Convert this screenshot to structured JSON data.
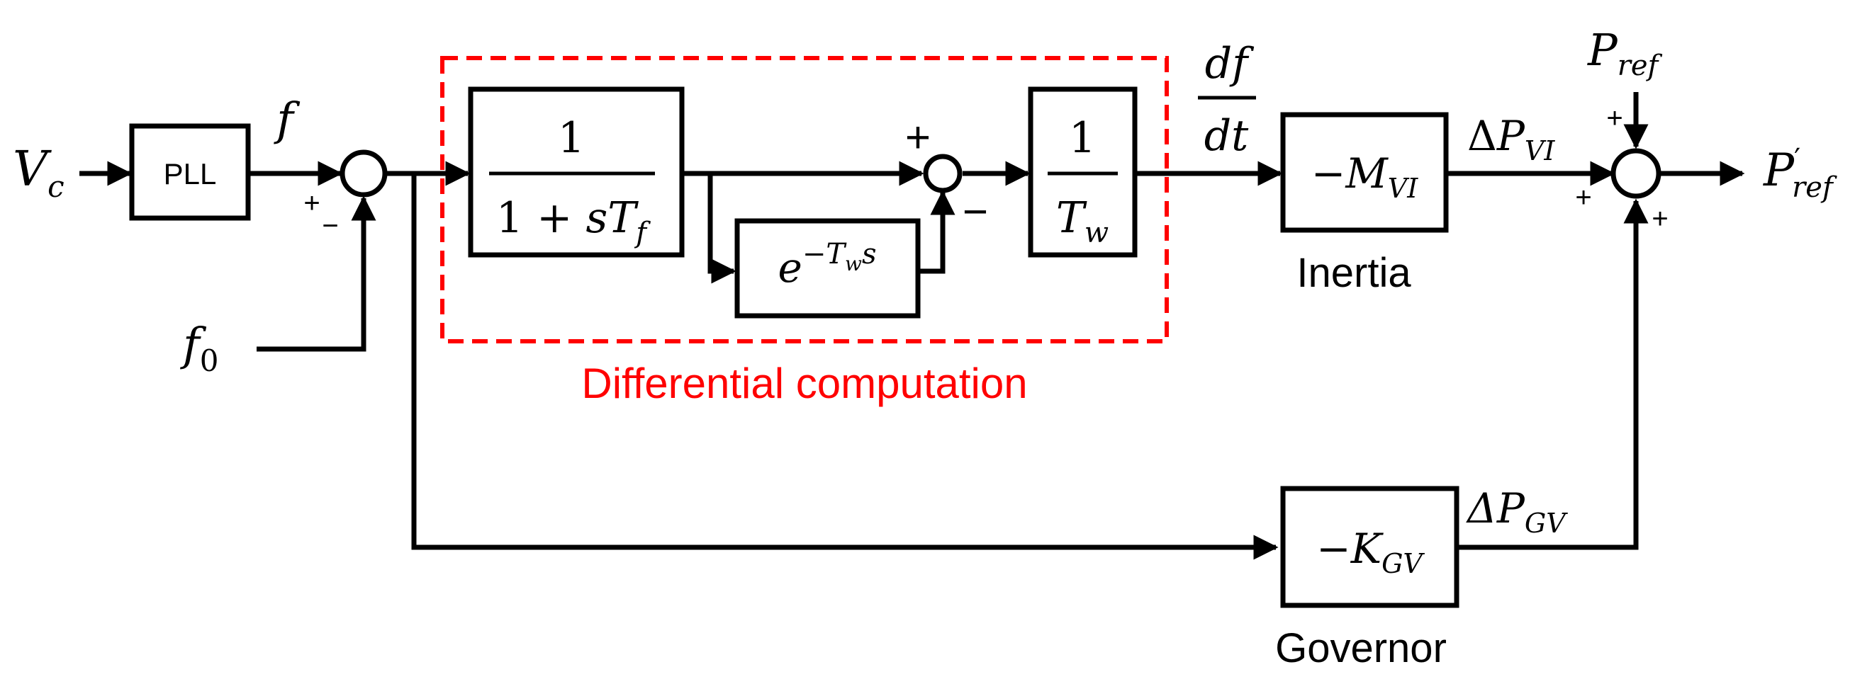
{
  "inputs": {
    "vc": "V_c",
    "f0": "f_0",
    "pref": "P_ref"
  },
  "blocks": {
    "pll": "PLL",
    "lowpass_num": "1",
    "lowpass_den": "1 + sT_f",
    "delay": "e^{-T_w s}",
    "scale_num": "1",
    "scale_den": "T_w",
    "inertia_gain": "−M_VI",
    "governor_gain": "−K_GV"
  },
  "signals": {
    "f": "f",
    "dfdt_num": "df",
    "dfdt_den": "dt",
    "dp_vi": "ΔP_VI",
    "dp_gv": "ΔP_GV",
    "output": "P′_ref"
  },
  "labels": {
    "differential": "Differential computation",
    "inertia": "Inertia",
    "governor": "Governor"
  },
  "signs": {
    "plus": "+",
    "minus": "−"
  },
  "colors": {
    "accent": "#ff0000",
    "line": "#000000"
  }
}
